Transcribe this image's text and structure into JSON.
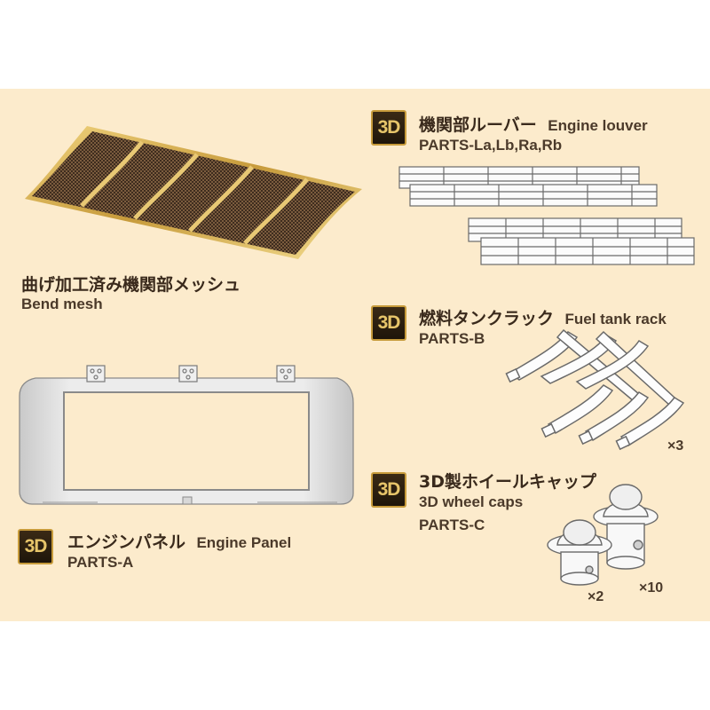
{
  "badge_text": "3D",
  "mesh": {
    "jp": "曲げ加工済み機関部メッシュ",
    "en": "Bend mesh"
  },
  "louver": {
    "jp": "機関部ルーバー",
    "en": "Engine louver",
    "parts": "PARTS-La,Lb,Ra,Rb"
  },
  "rack": {
    "jp": "燃料タンクラック",
    "en": "Fuel tank rack",
    "parts": "PARTS-B",
    "count": "×3"
  },
  "panel": {
    "jp": "エンジンパネル",
    "en": "Engine Panel",
    "parts": "PARTS-A"
  },
  "caps": {
    "jp": "3D製ホイールキャップ",
    "en": "3D wheel caps",
    "parts": "PARTS-C",
    "count_small": "×2",
    "count_large": "×10"
  },
  "colors": {
    "background": "#fcebcc",
    "brass": "#c79b3b",
    "mesh_dark": "#5b4330",
    "badge_bg": "#1e150a"
  }
}
